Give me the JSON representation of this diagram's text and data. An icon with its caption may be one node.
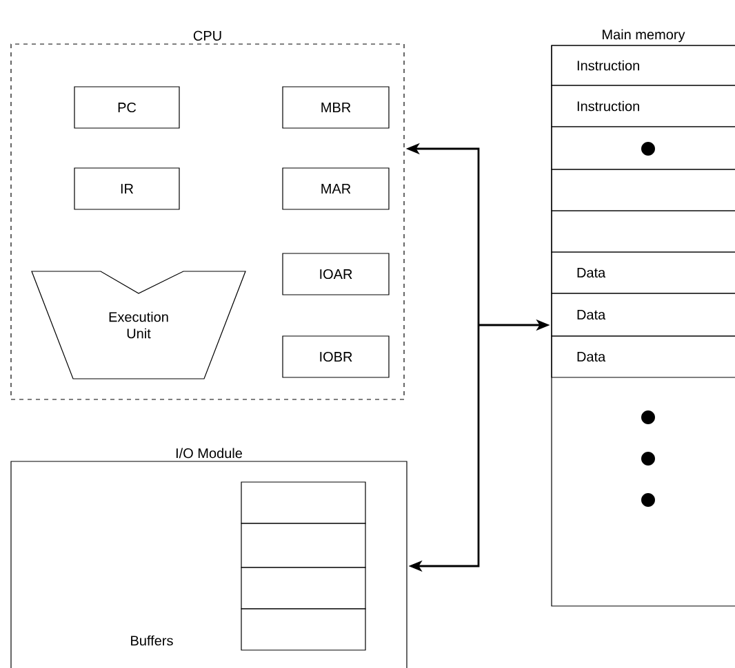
{
  "diagram": {
    "nodes": [
      {
        "text": [
          "CPU"
        ]
      },
      {
        "text": [
          "PC"
        ],
        "in": 0
      },
      {
        "text": [
          "MBR"
        ],
        "in": 0
      },
      {
        "text": [
          "IR"
        ],
        "in": 0
      },
      {
        "text": [
          "MAR"
        ],
        "in": 0
      },
      {
        "text": [
          "Execution Unit"
        ],
        "in": 0
      },
      {
        "text": [
          "IOAR"
        ],
        "in": 0
      },
      {
        "text": [
          "IOBR"
        ],
        "in": 0
      },
      {
        "text": [
          "Main memory"
        ]
      },
      {
        "text": [
          "Instruction"
        ],
        "in": 8
      },
      {
        "text": [
          "Instruction"
        ],
        "in": 8
      },
      {
        "text": [],
        "shape": "box",
        "in": 8
      },
      {
        "text": [],
        "shape": "circle",
        "in": 11
      },
      {
        "text": [],
        "shape": "box",
        "in": 8
      },
      {
        "text": [],
        "shape": "box",
        "in": 8
      },
      {
        "text": [
          "Data"
        ],
        "in": 8
      },
      {
        "text": [
          "Data"
        ],
        "in": 8
      },
      {
        "text": [
          "Data"
        ],
        "in": 8
      },
      {
        "text": [],
        "shape": "circle",
        "in": 8
      },
      {
        "text": [],
        "shape": "circle",
        "in": 8
      },
      {
        "text": [],
        "shape": "circle",
        "in": 8
      },
      {
        "text": [
          "I/O Module",
          "Buffers"
        ]
      },
      {
        "text": [],
        "shape": "box",
        "in": 21
      },
      {
        "text": [],
        "shape": "box",
        "in": 21
      },
      {
        "text": [],
        "shape": "box",
        "in": 21
      },
      {
        "text": [],
        "shape": "box",
        "in": 21
      }
    ],
    "edges": [
      {
        "from": null,
        "to": 0,
        "arrow": "to"
      },
      {
        "from": null,
        "to": 8,
        "arrow": "to"
      },
      {
        "from": null,
        "to": 21,
        "arrow": "to"
      }
    ]
  }
}
